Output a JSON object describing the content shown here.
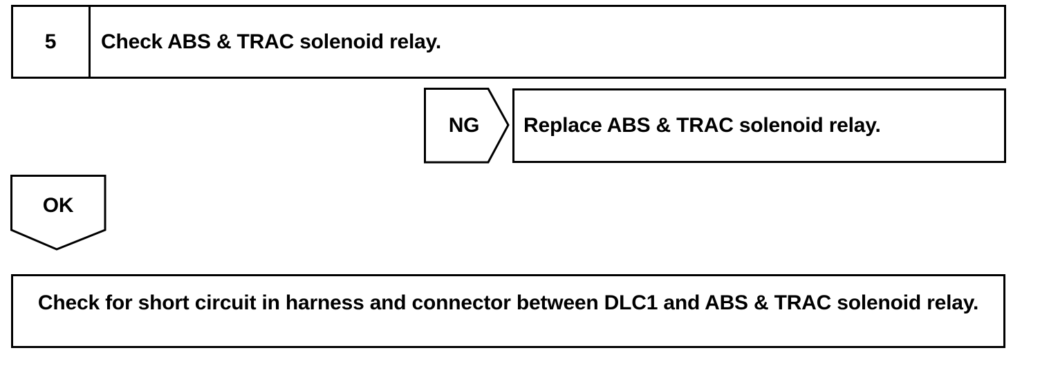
{
  "step": {
    "number": "5",
    "title": "Check ABS & TRAC solenoid relay."
  },
  "ng_branch": {
    "label": "NG",
    "action": "Replace ABS & TRAC solenoid relay."
  },
  "ok_branch": {
    "label": "OK"
  },
  "next_step": {
    "text": "Check for short circuit in harness and connector between DLC1 and ABS & TRAC solenoid relay."
  }
}
